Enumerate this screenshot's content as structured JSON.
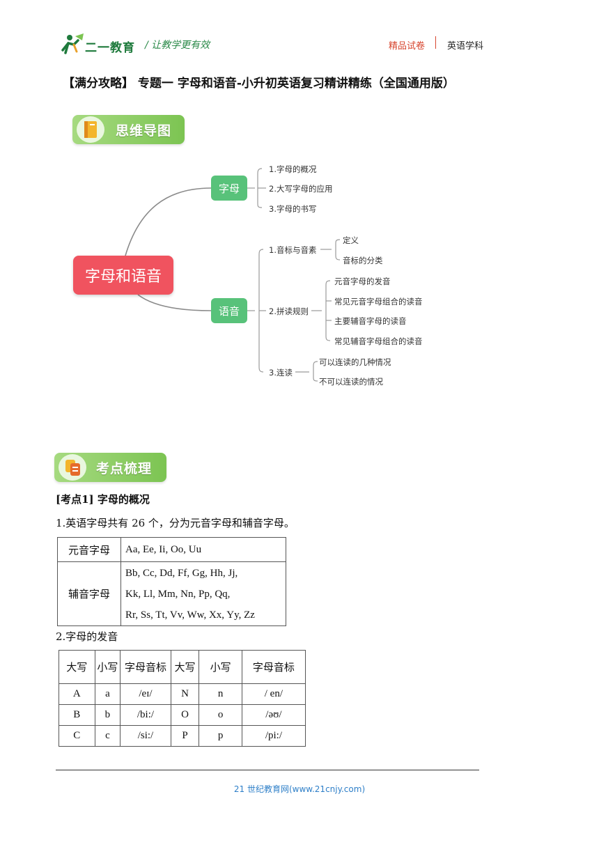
{
  "header": {
    "logo_text": "二一教育",
    "slogan": "/ 让教学更有效",
    "right_1": "精品试卷",
    "right_2": "英语学科"
  },
  "title": "【满分攻略】 专题一 字母和语音-小升初英语复习精讲精练（全国通用版）",
  "banners": {
    "mindmap": "思维导图",
    "points": "考点梳理"
  },
  "mindmap": {
    "root": "字母和语音",
    "branch1": {
      "label": "字母",
      "items": [
        "1.字母的概况",
        "2.大写字母的应用",
        "3.字母的书写"
      ]
    },
    "branch2": {
      "label": "语音",
      "sub1": {
        "label": "1.音标与音素",
        "items": [
          "定义",
          "音标的分类"
        ]
      },
      "sub2": {
        "label": "2.拼读规则",
        "items": [
          "元音字母的发音",
          "常见元音字母组合的读音",
          "主要辅音字母的读音",
          "常见辅音字母组合的读音"
        ]
      },
      "sub3": {
        "label": "3.连读",
        "items": [
          "可以连读的几种情况",
          "不可以连读的情况"
        ]
      }
    }
  },
  "section1": {
    "title": "[考点1] 字母的概况",
    "para1": "1.英语字母共有 26 个，分为元音字母和辅音字母。",
    "table1": {
      "rows": [
        {
          "label": "元音字母",
          "lines": [
            "Aa, Ee, Ii, Oo, Uu"
          ]
        },
        {
          "label": "辅音字母",
          "lines": [
            "Bb, Cc, Dd, Ff, Gg, Hh, Jj,",
            "Kk, Ll, Mm, Nn, Pp, Qq,",
            "Rr, Ss, Tt, Vv, Ww, Xx, Yy, Zz"
          ]
        }
      ]
    },
    "para2": "2.字母的发音",
    "table2": {
      "headers": [
        "大写",
        "小写",
        "字母音标",
        "大写",
        "小写",
        "字母音标"
      ],
      "rows": [
        [
          "A",
          "a",
          "/eɪ/",
          "N",
          "n",
          "/ en/"
        ],
        [
          "B",
          "b",
          "/bi:/",
          "O",
          "o",
          "/əʊ/"
        ],
        [
          "C",
          "c",
          "/si:/",
          "P",
          "p",
          "/pi:/"
        ]
      ]
    }
  },
  "footer": "21 世纪教育网(www.21cnjy.com)",
  "colors": {
    "root": "#f0535f",
    "node": "#58c27a",
    "banner": "#7cc452",
    "accent_red": "#d7452e",
    "footer_blue": "#2e7fc8"
  }
}
